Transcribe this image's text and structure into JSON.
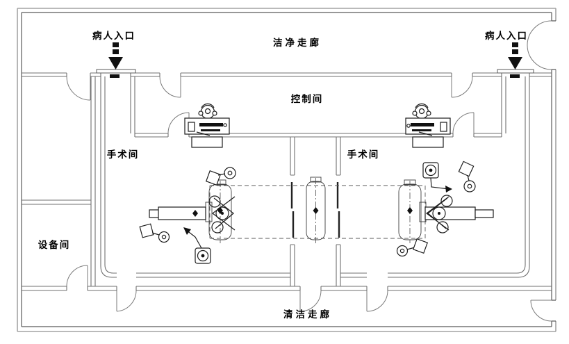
{
  "labels": {
    "patient_entrance_left": "病人入口",
    "patient_entrance_right": "病人入口",
    "clean_corridor": "洁净走廊",
    "control_room": "控制间",
    "operating_room_left": "手术间",
    "operating_room_right": "手术间",
    "equipment_room": "设备间",
    "cleaning_corridor": "清洁走廊"
  },
  "colors": {
    "background": "#ffffff",
    "outer_wall": "#a3a3a3",
    "inner_wall": "#5a5a5a",
    "wall": "#6f6f6f",
    "equipment": "#1c1c1c",
    "arrow": "#111111",
    "text": "#000000"
  }
}
